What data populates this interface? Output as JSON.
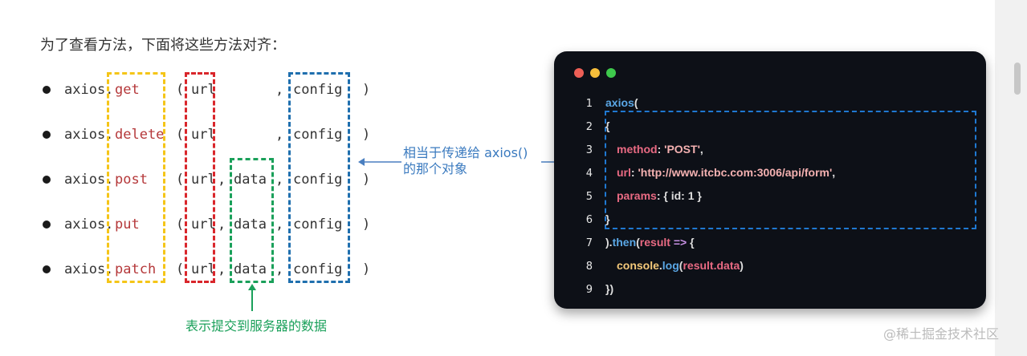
{
  "intro_text": "为了查看方法，下面将这些方法对齐：",
  "rows": [
    {
      "prefix": "axios.",
      "method": "get",
      "open": "(",
      "url": "url",
      "sep1": "",
      "data": "",
      "sep2": ",",
      "config": "config",
      "close": ")"
    },
    {
      "prefix": "axios.",
      "method": "delete",
      "open": "(",
      "url": "url",
      "sep1": "",
      "data": "",
      "sep2": ",",
      "config": "config",
      "close": ")"
    },
    {
      "prefix": "axios.",
      "method": "post",
      "open": "(",
      "url": "url",
      "sep1": ",",
      "data": "data",
      "sep2": ",",
      "config": "config",
      "close": ")"
    },
    {
      "prefix": "axios.",
      "method": "put",
      "open": "(",
      "url": "url",
      "sep1": ",",
      "data": "data",
      "sep2": ",",
      "config": "config",
      "close": ")"
    },
    {
      "prefix": "axios.",
      "method": "patch",
      "open": "(",
      "url": "url",
      "sep1": ",",
      "data": "data",
      "sep2": ",",
      "config": "config",
      "close": ")"
    }
  ],
  "annotation_config_line1": "相当于传递给 axios()",
  "annotation_config_line2": "的那个对象",
  "annotation_data": "表示提交到服务器的数据",
  "box_colors": {
    "method": "#f5c518",
    "url": "#d9262b",
    "data": "#1aa05a",
    "config": "#1f6fae",
    "arrow": "#4a7fc0"
  },
  "window_dots": [
    "#ed5f56",
    "#f6be3b",
    "#3ec94c"
  ],
  "code": {
    "line_numbers": [
      "1",
      "2",
      "3",
      "4",
      "5",
      "6",
      "7",
      "8",
      "9"
    ],
    "line1": {
      "fn": "axios",
      "pun": "("
    },
    "line2": {
      "pun": "{"
    },
    "line3": {
      "key": "method",
      "colon": ":",
      "str": "'POST'",
      "end": ","
    },
    "line4": {
      "key": "url",
      "colon": ":",
      "str": "'http://www.itcbc.com:3006/api/form'",
      "end": ","
    },
    "line5": {
      "key": "params",
      "colon": ":",
      "obj": "{ id: 1 }"
    },
    "line6": {
      "pun": "}"
    },
    "line7": {
      "pun": ").",
      "fn": "then",
      "open": "(",
      "arg": "result",
      "arrow": "=>",
      "brace": "{"
    },
    "line8": {
      "obj": "console",
      "dot": ".",
      "fn": "log",
      "open": "(",
      "arg": "result.data",
      "close": ")"
    },
    "line9": {
      "pun": "})"
    }
  },
  "watermark": "@稀土掘金技术社区"
}
